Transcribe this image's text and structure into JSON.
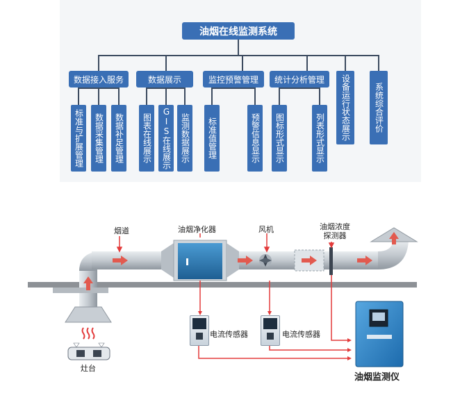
{
  "tree": {
    "root": "油烟在线监测系统",
    "categories": [
      {
        "label": "数据接入服务",
        "children": [
          "标准与扩展管理",
          "数据采集管理",
          "数据补足管理"
        ]
      },
      {
        "label": "数据展示",
        "children": [
          "图表在线展示",
          "GIS在线展示",
          "监测数据展示"
        ]
      },
      {
        "label": "监控预警管理",
        "children": [
          "标准值管理",
          "预警信息显示"
        ]
      },
      {
        "label": "统计分析管理",
        "children": [
          "图标形式显示",
          "列表形式显示"
        ]
      },
      {
        "label": "设备运行状态展示",
        "children": []
      },
      {
        "label": "系统综合评价",
        "children": []
      }
    ]
  },
  "system": {
    "flue_label": "烟道",
    "purifier_label": "油烟净化器",
    "fan_label": "风机",
    "detector_label": "油烟浓度\n探测器",
    "sensor1_label": "电流传感器",
    "sensor2_label": "电流传感器",
    "stove_label": "灶台",
    "monitor_label": "油烟监测仪",
    "colors": {
      "duct": "#c6ccd2",
      "purifier": "#2f7fb8",
      "arrow": "#e25a4f",
      "flow_line": "#e33a3a",
      "slab": "#8d9196",
      "box": "#3a6fb5"
    }
  }
}
